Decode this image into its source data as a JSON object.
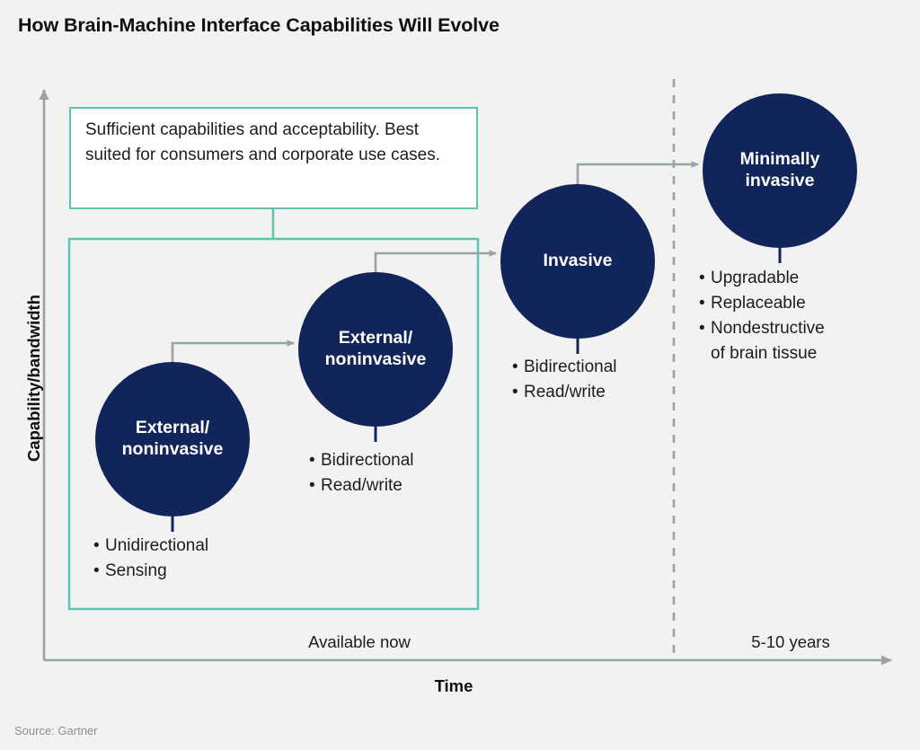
{
  "title": "How Brain-Machine Interface Capabilities Will Evolve",
  "source": "Source: Gartner",
  "axes": {
    "y_label": "Capability/bandwidth",
    "x_label": "Time",
    "x_ticks": [
      "Available now",
      "5-10 years"
    ]
  },
  "callout": {
    "text": "Sufficient capabilities and acceptability. Best suited for consumers and corporate use cases."
  },
  "colors": {
    "node_navy": "#12255a",
    "accent_teal": "#5ec4b0",
    "axis_gray": "#9aa3a3",
    "background": "#f2f2f2",
    "text": "#1d1d1d"
  },
  "chart_data": {
    "type": "diagram",
    "title": "How Brain-Machine Interface Capabilities Will Evolve",
    "xlabel": "Time",
    "ylabel": "Capability/bandwidth",
    "xtick_labels": [
      "Available now",
      "5-10 years"
    ],
    "grid": false,
    "legend": "none",
    "annotations": [
      "Sufficient capabilities and acceptability. Best suited for consumers and corporate use cases."
    ],
    "nodes": [
      {
        "label_lines": [
          "External/",
          "noninvasive"
        ],
        "label": "External/noninvasive",
        "bullets": [
          "Unidirectional",
          "Sensing"
        ],
        "time_stage": "Available now",
        "order": 1
      },
      {
        "label_lines": [
          "External/",
          "noninvasive"
        ],
        "label": "External/noninvasive",
        "bullets": [
          "Bidirectional",
          "Read/write"
        ],
        "time_stage": "Available now",
        "order": 2
      },
      {
        "label_lines": [
          "Invasive"
        ],
        "label": "Invasive",
        "bullets": [
          "Bidirectional",
          "Read/write"
        ],
        "time_stage": "Available now",
        "order": 3
      },
      {
        "label_lines": [
          "Minimally",
          "invasive"
        ],
        "label": "Minimally invasive",
        "bullets": [
          "Upgradable",
          "Replaceable",
          "Nondestructive"
        ],
        "bullet_continuation": "of brain tissue",
        "time_stage": "5-10 years",
        "order": 4
      }
    ]
  }
}
